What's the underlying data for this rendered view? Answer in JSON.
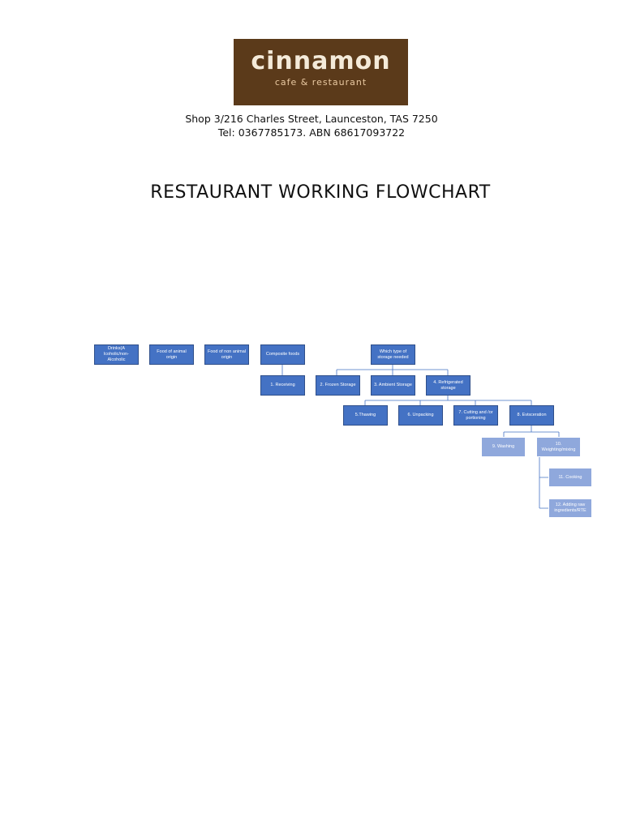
{
  "logo": {
    "name": "cinnamon",
    "tagline": "cafe & restaurant",
    "colors": {
      "background": "#5b3a1a",
      "text": "#f4ead9"
    }
  },
  "header": {
    "address": "Shop 3/216 Charles Street, Launceston, TAS 7250",
    "contact": "Tel: 0367785173. ABN 68617093722"
  },
  "title": "RESTAURANT WORKING FLOWCHART",
  "flowchart": {
    "colors": {
      "node": "#4472c4",
      "node_light": "#8fa8dc",
      "connector": "#4472c4"
    },
    "nodes": {
      "drinks": "Drinks(A lcoholic/non-Alcoholic",
      "animal": "Food of animal origin",
      "non_animal": "Food of non animal origin",
      "composite": "Composite foods",
      "storage_question": "Which type of storage needed",
      "receiving": "1. Receiving",
      "frozen": "2. Frozen Storage",
      "ambient": "3. Ambient Storage",
      "refrigerated": "4. Refrigerated storage",
      "thawing": "5.Thawing",
      "unpacking": "6. Unpacking",
      "cutting": "7. Cutting and /or portioning",
      "evisceration": "8. Evisceration",
      "washing": "9. Washing",
      "weighing": "10. Weighting/mixing",
      "cooking": "11. Cooking",
      "adding_raw": "12. Adding raw ingredients/RTE"
    }
  }
}
